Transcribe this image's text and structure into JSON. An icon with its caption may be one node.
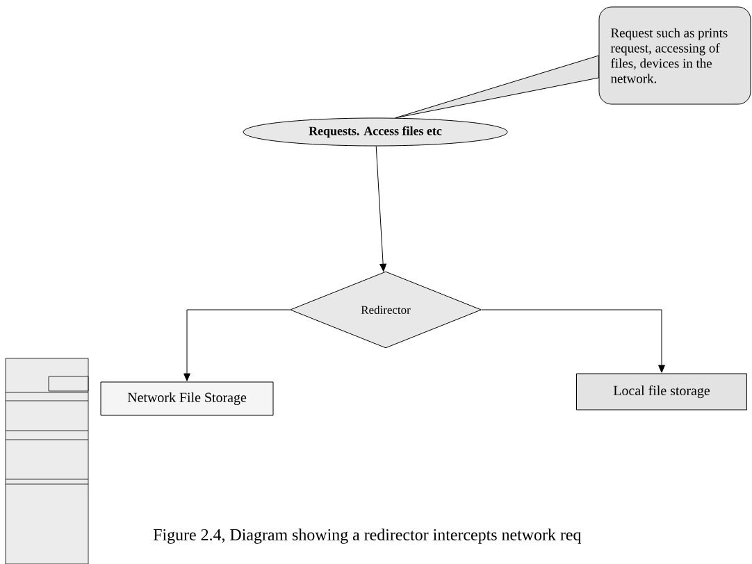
{
  "diagram": {
    "caption": "Figure 2.4, Diagram showing a redirector intercepts network req",
    "nodes": [
      {
        "text": [
          "Request such as prints request, accessing of files, devices in the network."
        ]
      },
      {
        "text": [
          "Requests. Access files etc"
        ]
      },
      {
        "text": [
          "Redirector"
        ]
      },
      {
        "text": [
          "Network File Storage"
        ]
      },
      {
        "text": [
          "Local file storage"
        ]
      }
    ],
    "edges": [
      {
        "from": 0,
        "to": 1,
        "arrow": "none"
      },
      {
        "from": 1,
        "to": 2,
        "arrow": "to"
      },
      {
        "from": 2,
        "to": 3,
        "arrow": "to"
      },
      {
        "from": 2,
        "to": 4,
        "arrow": "to"
      }
    ]
  }
}
